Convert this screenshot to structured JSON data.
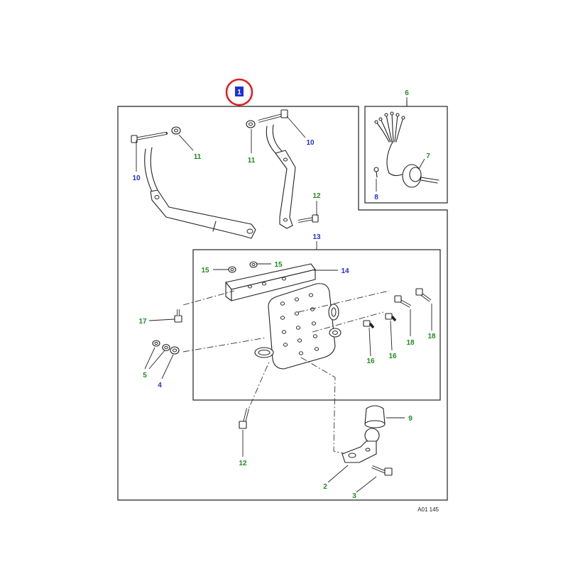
{
  "callouts": {
    "c1": "1",
    "c2": "2",
    "c3": "3",
    "c4": "4",
    "c5": "5",
    "c6": "6",
    "c7": "7",
    "c8": "8",
    "c9": "9",
    "c10a": "10",
    "c10b": "10",
    "c11a": "11",
    "c11b": "11",
    "c12a": "12",
    "c12b": "12",
    "c13": "13",
    "c14": "14",
    "c15a": "15",
    "c15b": "15",
    "c16a": "16",
    "c16b": "16",
    "c17": "17",
    "c18a": "18",
    "c18b": "18"
  },
  "reference_code": "A01 145",
  "colors": {
    "callout_green": "#1f8a1f",
    "callout_blue": "#1f2fd6",
    "highlight_circle": "#e01b1b",
    "selected_callout_bg": "#1f2fd6"
  }
}
